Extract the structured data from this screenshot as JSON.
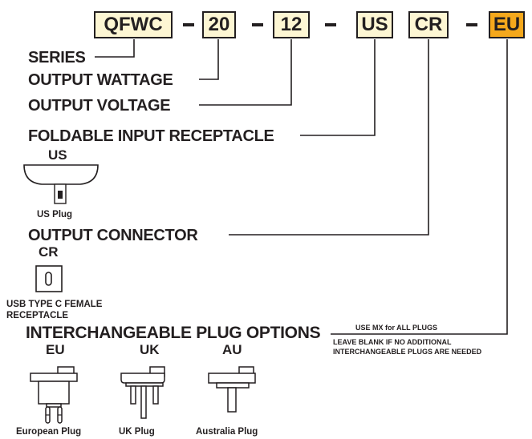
{
  "code": {
    "series": "QFWC",
    "wattage": "20",
    "voltage": "12",
    "input": "US",
    "connector": "CR",
    "plug": "EU",
    "colors": {
      "box_fill": "#fdf6d3",
      "plug_fill": "#f5a81c",
      "ink": "#231f20"
    }
  },
  "labels": {
    "series": "SERIES",
    "output_wattage": "OUTPUT WATTAGE",
    "output_voltage": "OUTPUT VOLTAGE",
    "foldable_input": "FOLDABLE INPUT RECEPTACLE",
    "output_connector": "OUTPUT CONNECTOR",
    "plug_options": "INTERCHANGEABLE PLUG OPTIONS"
  },
  "input_receptacle": {
    "code": "US",
    "caption": "US Plug",
    "icon": "us-plug-icon"
  },
  "output_connector": {
    "code": "CR",
    "caption_line1": "USB TYPE C FEMALE",
    "caption_line2": "RECEPTACLE",
    "icon": "usb-c-receptacle-icon"
  },
  "plug_note": {
    "line1": "USE MX for ALL PLUGS",
    "line2": "LEAVE BLANK IF NO ADDITIONAL",
    "line3": "INTERCHANGEABLE PLUGS ARE NEEDED"
  },
  "plug_options": [
    {
      "code": "EU",
      "caption": "European Plug",
      "icon": "european-plug-icon"
    },
    {
      "code": "UK",
      "caption": "UK Plug",
      "icon": "uk-plug-icon"
    },
    {
      "code": "AU",
      "caption": "Australia Plug",
      "icon": "australia-plug-icon"
    }
  ]
}
